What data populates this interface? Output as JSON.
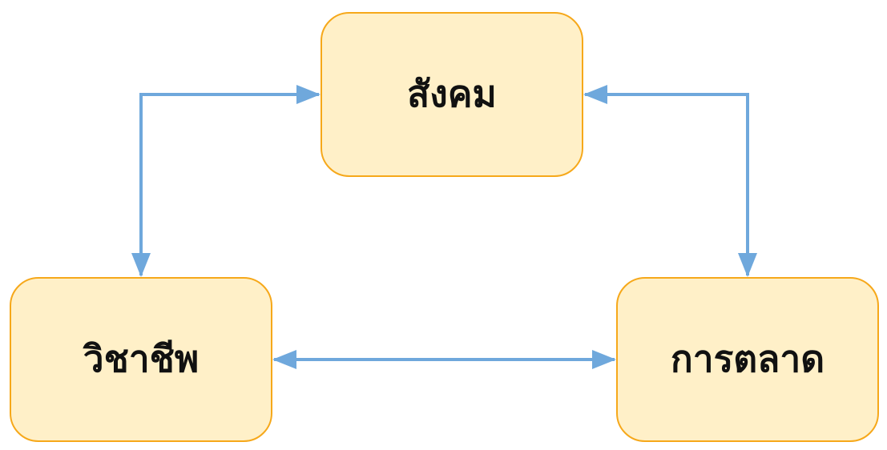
{
  "colors": {
    "node_fill": "#FFF0C8",
    "node_border": "#F6A81A",
    "arrow": "#6FA8DC",
    "text": "#111111"
  },
  "nodes": {
    "society": {
      "label": "สังคม"
    },
    "career": {
      "label": "วิชาชีพ"
    },
    "marketing": {
      "label": "การตลาด"
    }
  },
  "edges": [
    {
      "from": "society",
      "to": "career",
      "direction": "both"
    },
    {
      "from": "society",
      "to": "marketing",
      "direction": "both"
    },
    {
      "from": "career",
      "to": "marketing",
      "direction": "both"
    }
  ]
}
